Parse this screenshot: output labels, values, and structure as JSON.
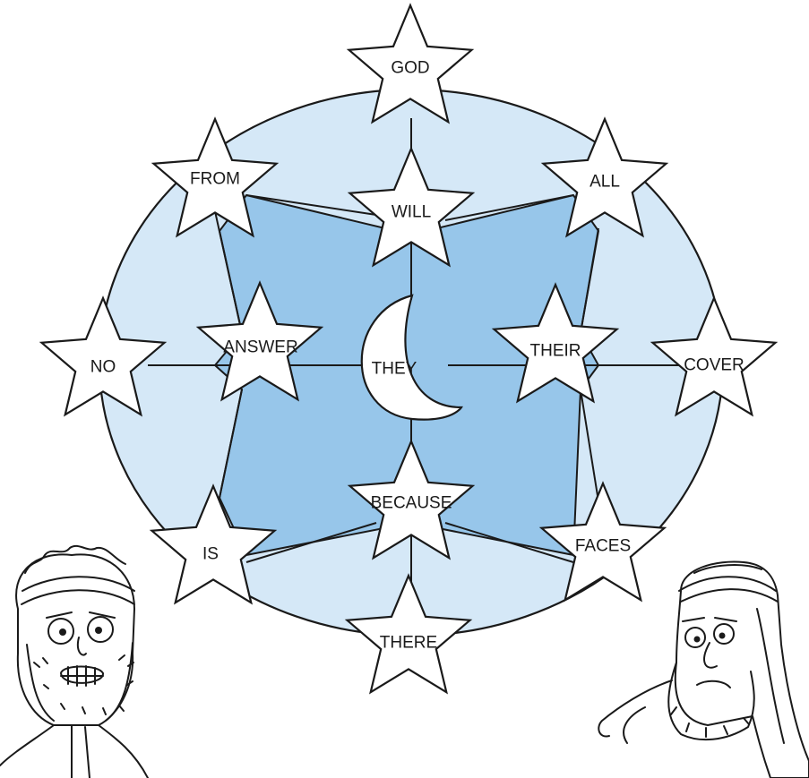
{
  "words": {
    "god": "GOD",
    "from": "FROM",
    "will": "WILL",
    "all": "ALL",
    "no": "NO",
    "answer": "ANSWER",
    "they": "THEY",
    "their": "THEIR",
    "cover": "COVER",
    "because": "BECAUSE",
    "is": "IS",
    "faces": "FACES",
    "there": "THERE"
  },
  "colors": {
    "outer_fill": "#d5e8f7",
    "inner_fill": "#97c6ea",
    "outline": "#1a1a1a",
    "star_fill": "#ffffff"
  }
}
